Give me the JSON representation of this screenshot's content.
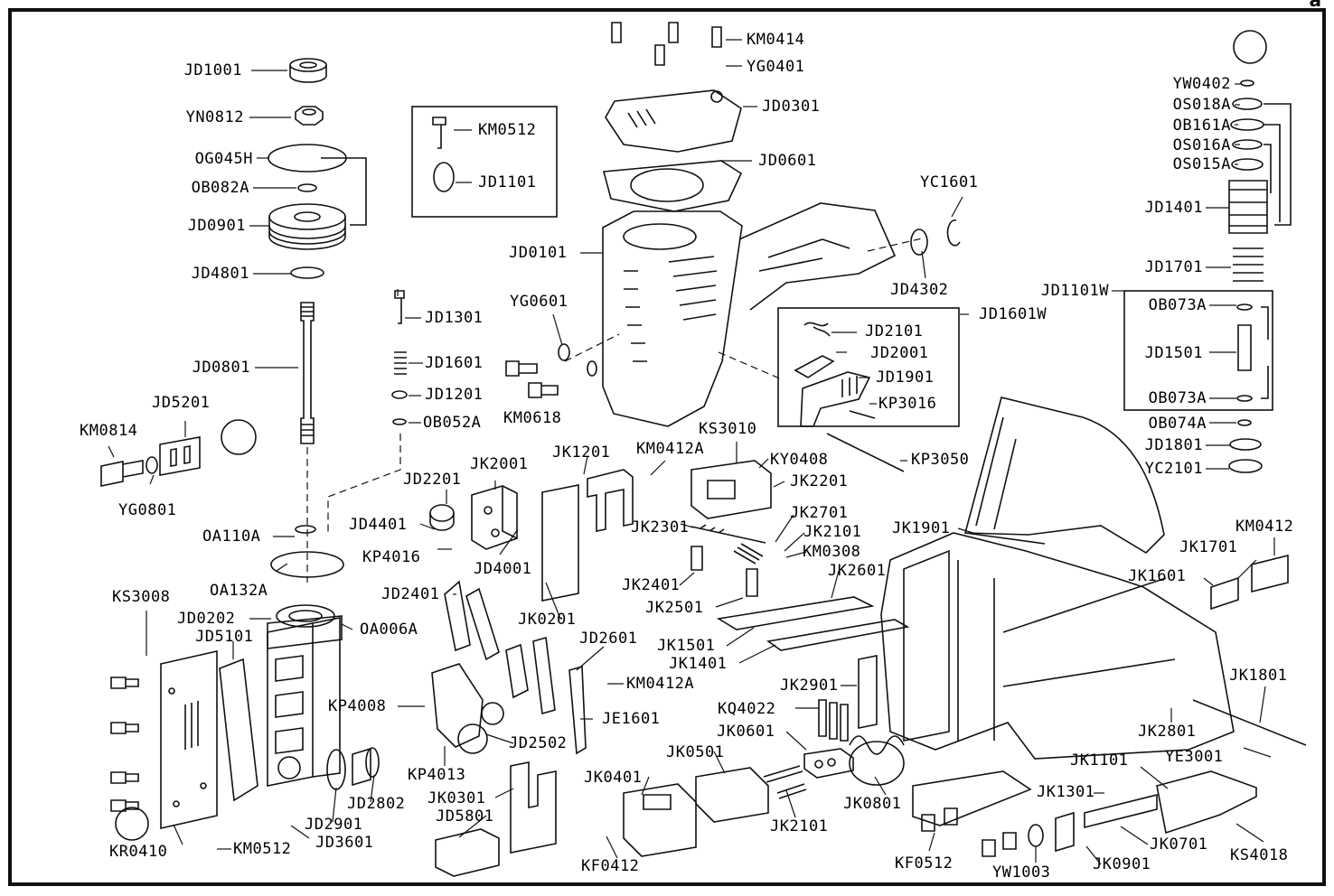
{
  "corner_mark": "a",
  "parts": [
    {
      "id": "JD1001",
      "text": "JD1001"
    },
    {
      "id": "YN0812",
      "text": "YN0812"
    },
    {
      "id": "OG045H",
      "text": "OG045H"
    },
    {
      "id": "OB082A",
      "text": "OB082A"
    },
    {
      "id": "JD0901",
      "text": "JD0901"
    },
    {
      "id": "JD4801",
      "text": "JD4801"
    },
    {
      "id": "JD0801",
      "text": "JD0801"
    },
    {
      "id": "JD5201",
      "text": "JD5201"
    },
    {
      "id": "KM0814",
      "text": "KM0814"
    },
    {
      "id": "YG0801",
      "text": "YG0801"
    },
    {
      "id": "OA110A",
      "text": "OA110A"
    },
    {
      "id": "OA132A",
      "text": "OA132A"
    },
    {
      "id": "KS3008",
      "text": "KS3008"
    },
    {
      "id": "JD0202",
      "text": "JD0202"
    },
    {
      "id": "OA006A",
      "text": "OA006A"
    },
    {
      "id": "JD5101",
      "text": "JD5101"
    },
    {
      "id": "KR0410",
      "text": "KR0410"
    },
    {
      "id": "KM0512b",
      "text": "KM0512"
    },
    {
      "id": "JD3601",
      "text": "JD3601"
    },
    {
      "id": "JD2901",
      "text": "JD2901"
    },
    {
      "id": "JD2802",
      "text": "JD2802"
    },
    {
      "id": "KM0512a",
      "text": "KM0512"
    },
    {
      "id": "JD1101",
      "text": "JD1101"
    },
    {
      "id": "KM0414",
      "text": "KM0414"
    },
    {
      "id": "YG0401",
      "text": "YG0401"
    },
    {
      "id": "JD0301",
      "text": "JD0301"
    },
    {
      "id": "JD0601",
      "text": "JD0601"
    },
    {
      "id": "JD0101",
      "text": "JD0101"
    },
    {
      "id": "YC1601",
      "text": "YC1601"
    },
    {
      "id": "JD4302",
      "text": "JD4302"
    },
    {
      "id": "JD1301",
      "text": "JD1301"
    },
    {
      "id": "YG0601",
      "text": "YG0601"
    },
    {
      "id": "JD1601",
      "text": "JD1601"
    },
    {
      "id": "JD1201",
      "text": "JD1201"
    },
    {
      "id": "OB052A",
      "text": "OB052A"
    },
    {
      "id": "KM0618",
      "text": "KM0618"
    },
    {
      "id": "JD1601W",
      "text": "JD1601W"
    },
    {
      "id": "JD2101",
      "text": "JD2101"
    },
    {
      "id": "JD2001",
      "text": "JD2001"
    },
    {
      "id": "JD1901",
      "text": "JD1901"
    },
    {
      "id": "KP3016",
      "text": "KP3016"
    },
    {
      "id": "KP3050",
      "text": "KP3050"
    },
    {
      "id": "JD2201",
      "text": "JD2201"
    },
    {
      "id": "JK2001",
      "text": "JK2001"
    },
    {
      "id": "JK1201",
      "text": "JK1201"
    },
    {
      "id": "KM0412A",
      "text": "KM0412A"
    },
    {
      "id": "KS3010",
      "text": "KS3010"
    },
    {
      "id": "KY0408",
      "text": "KY0408"
    },
    {
      "id": "JK2201",
      "text": "JK2201"
    },
    {
      "id": "JD4401",
      "text": "JD4401"
    },
    {
      "id": "KP4016",
      "text": "KP4016"
    },
    {
      "id": "JD4001",
      "text": "JD4001"
    },
    {
      "id": "JK2301",
      "text": "JK2301"
    },
    {
      "id": "JK2701",
      "text": "JK2701"
    },
    {
      "id": "JK2101a",
      "text": "JK2101"
    },
    {
      "id": "KM0308",
      "text": "KM0308"
    },
    {
      "id": "JD2401",
      "text": "JD2401"
    },
    {
      "id": "JK2401",
      "text": "JK2401"
    },
    {
      "id": "JK2601",
      "text": "JK2601"
    },
    {
      "id": "JK2501",
      "text": "JK2501"
    },
    {
      "id": "JK0201",
      "text": "JK0201"
    },
    {
      "id": "JD2601",
      "text": "JD2601"
    },
    {
      "id": "JK1501",
      "text": "JK1501"
    },
    {
      "id": "JK1401",
      "text": "JK1401"
    },
    {
      "id": "KM0412Ab",
      "text": "KM0412A"
    },
    {
      "id": "JK2901",
      "text": "JK2901"
    },
    {
      "id": "KP4008",
      "text": "KP4008"
    },
    {
      "id": "KQ4022",
      "text": "KQ4022"
    },
    {
      "id": "JE1601",
      "text": "JE1601"
    },
    {
      "id": "JK0601",
      "text": "JK0601"
    },
    {
      "id": "JD2502",
      "text": "JD2502"
    },
    {
      "id": "KP4013",
      "text": "KP4013"
    },
    {
      "id": "JK0501",
      "text": "JK0501"
    },
    {
      "id": "JK0401",
      "text": "JK0401"
    },
    {
      "id": "JK0301",
      "text": "JK0301"
    },
    {
      "id": "JD5801",
      "text": "JD5801"
    },
    {
      "id": "KF0412",
      "text": "KF0412"
    },
    {
      "id": "JK2101b",
      "text": "JK2101"
    },
    {
      "id": "JK0801",
      "text": "JK0801"
    },
    {
      "id": "JK1901",
      "text": "JK1901"
    },
    {
      "id": "YW0402",
      "text": "YW0402"
    },
    {
      "id": "OS018A",
      "text": "OS018A"
    },
    {
      "id": "OB161A",
      "text": "OB161A"
    },
    {
      "id": "OS016A",
      "text": "OS016A"
    },
    {
      "id": "OS015A",
      "text": "OS015A"
    },
    {
      "id": "JD1401",
      "text": "JD1401"
    },
    {
      "id": "JD1701",
      "text": "JD1701"
    },
    {
      "id": "JD1101W",
      "text": "JD1101W"
    },
    {
      "id": "OB073Aa",
      "text": "OB073A"
    },
    {
      "id": "JD1501",
      "text": "JD1501"
    },
    {
      "id": "OB073Ab",
      "text": "OB073A"
    },
    {
      "id": "OB074A",
      "text": "OB074A"
    },
    {
      "id": "JD1801",
      "text": "JD1801"
    },
    {
      "id": "YC2101",
      "text": "YC2101"
    },
    {
      "id": "KM0412",
      "text": "KM0412"
    },
    {
      "id": "JK1701",
      "text": "JK1701"
    },
    {
      "id": "JK1601",
      "text": "JK1601"
    },
    {
      "id": "JK1801",
      "text": "JK1801"
    },
    {
      "id": "JK2801",
      "text": "JK2801"
    },
    {
      "id": "YE3001",
      "text": "YE3001"
    },
    {
      "id": "JK1101",
      "text": "JK1101"
    },
    {
      "id": "JK1301",
      "text": "JK1301"
    },
    {
      "id": "JK0701",
      "text": "JK0701"
    },
    {
      "id": "KS4018",
      "text": "KS4018"
    },
    {
      "id": "KF0512",
      "text": "KF0512"
    },
    {
      "id": "YW1003",
      "text": "YW1003"
    },
    {
      "id": "JK0901",
      "text": "JK0901"
    }
  ]
}
